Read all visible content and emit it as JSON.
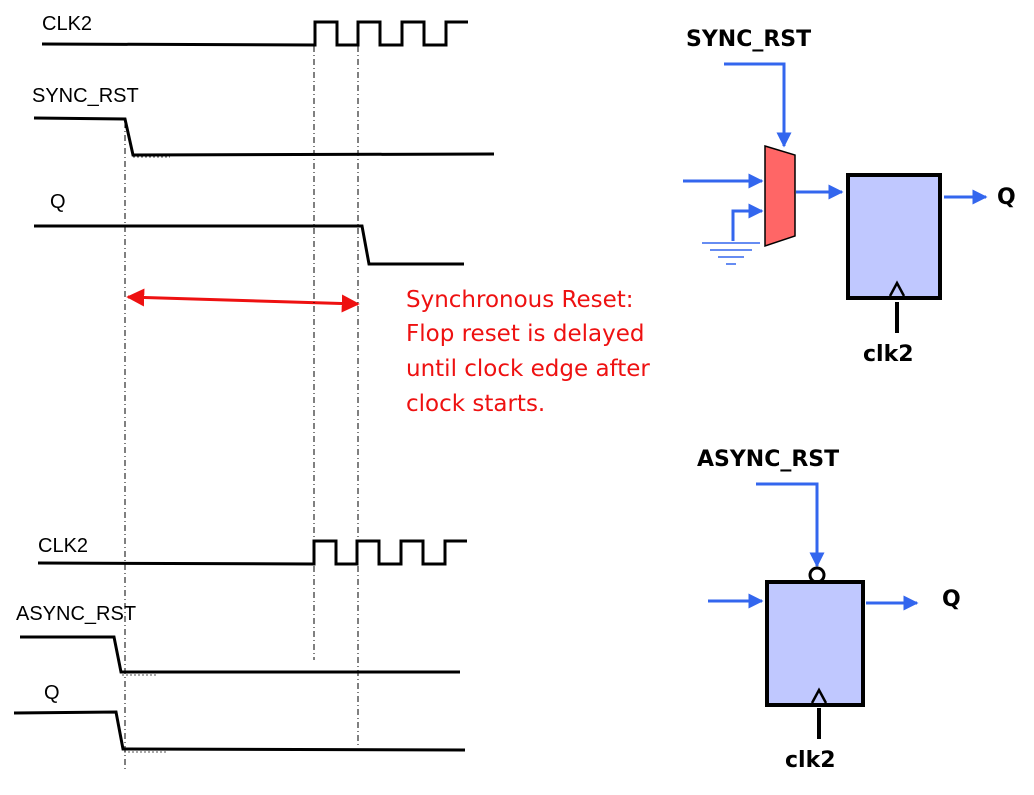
{
  "colors": {
    "wire": "#3366ee",
    "waveform": "#000000",
    "annotation": "#ee1111",
    "flop_fill": "#c0c8ff",
    "mux_fill": "#ff6666"
  },
  "sync_timing": {
    "clk_label": "CLK2",
    "rst_label": "SYNC_RST",
    "q_label": "Q"
  },
  "annotation": {
    "lines": [
      "Synchronous Reset:",
      "Flop reset is delayed",
      "until clock edge after",
      "clock starts."
    ]
  },
  "async_timing": {
    "clk_label": "CLK2",
    "rst_label": "ASYNC_RST",
    "q_label": "Q"
  },
  "sync_circuit": {
    "reset_label": "SYNC_RST",
    "output_label": "Q",
    "clock_label": "clk2",
    "mux_icon": "mux-icon",
    "ground_icon": "ground-icon"
  },
  "async_circuit": {
    "reset_label": "ASYNC_RST",
    "output_label": "Q",
    "clock_label": "clk2",
    "reset_bubble_icon": "inversion-bubble-icon"
  }
}
